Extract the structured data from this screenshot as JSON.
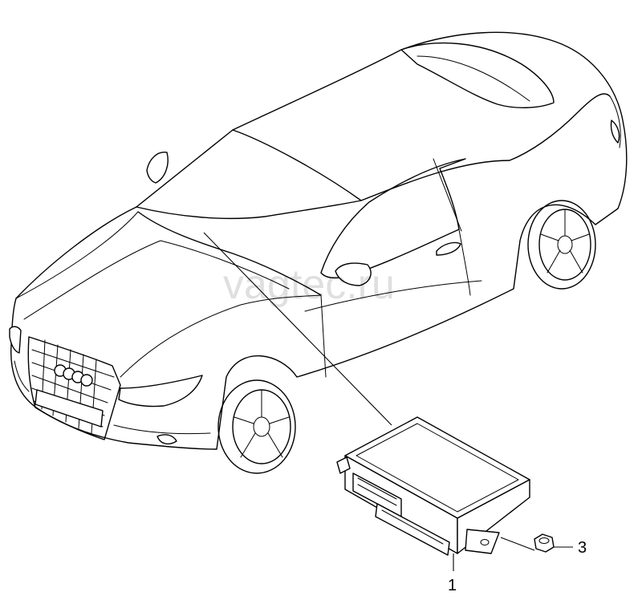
{
  "watermark": "vagtec.ru",
  "callouts": [
    {
      "id": "1",
      "label": "1"
    },
    {
      "id": "3",
      "label": "3"
    }
  ],
  "colors": {
    "line": "#000000",
    "background": "#ffffff"
  }
}
